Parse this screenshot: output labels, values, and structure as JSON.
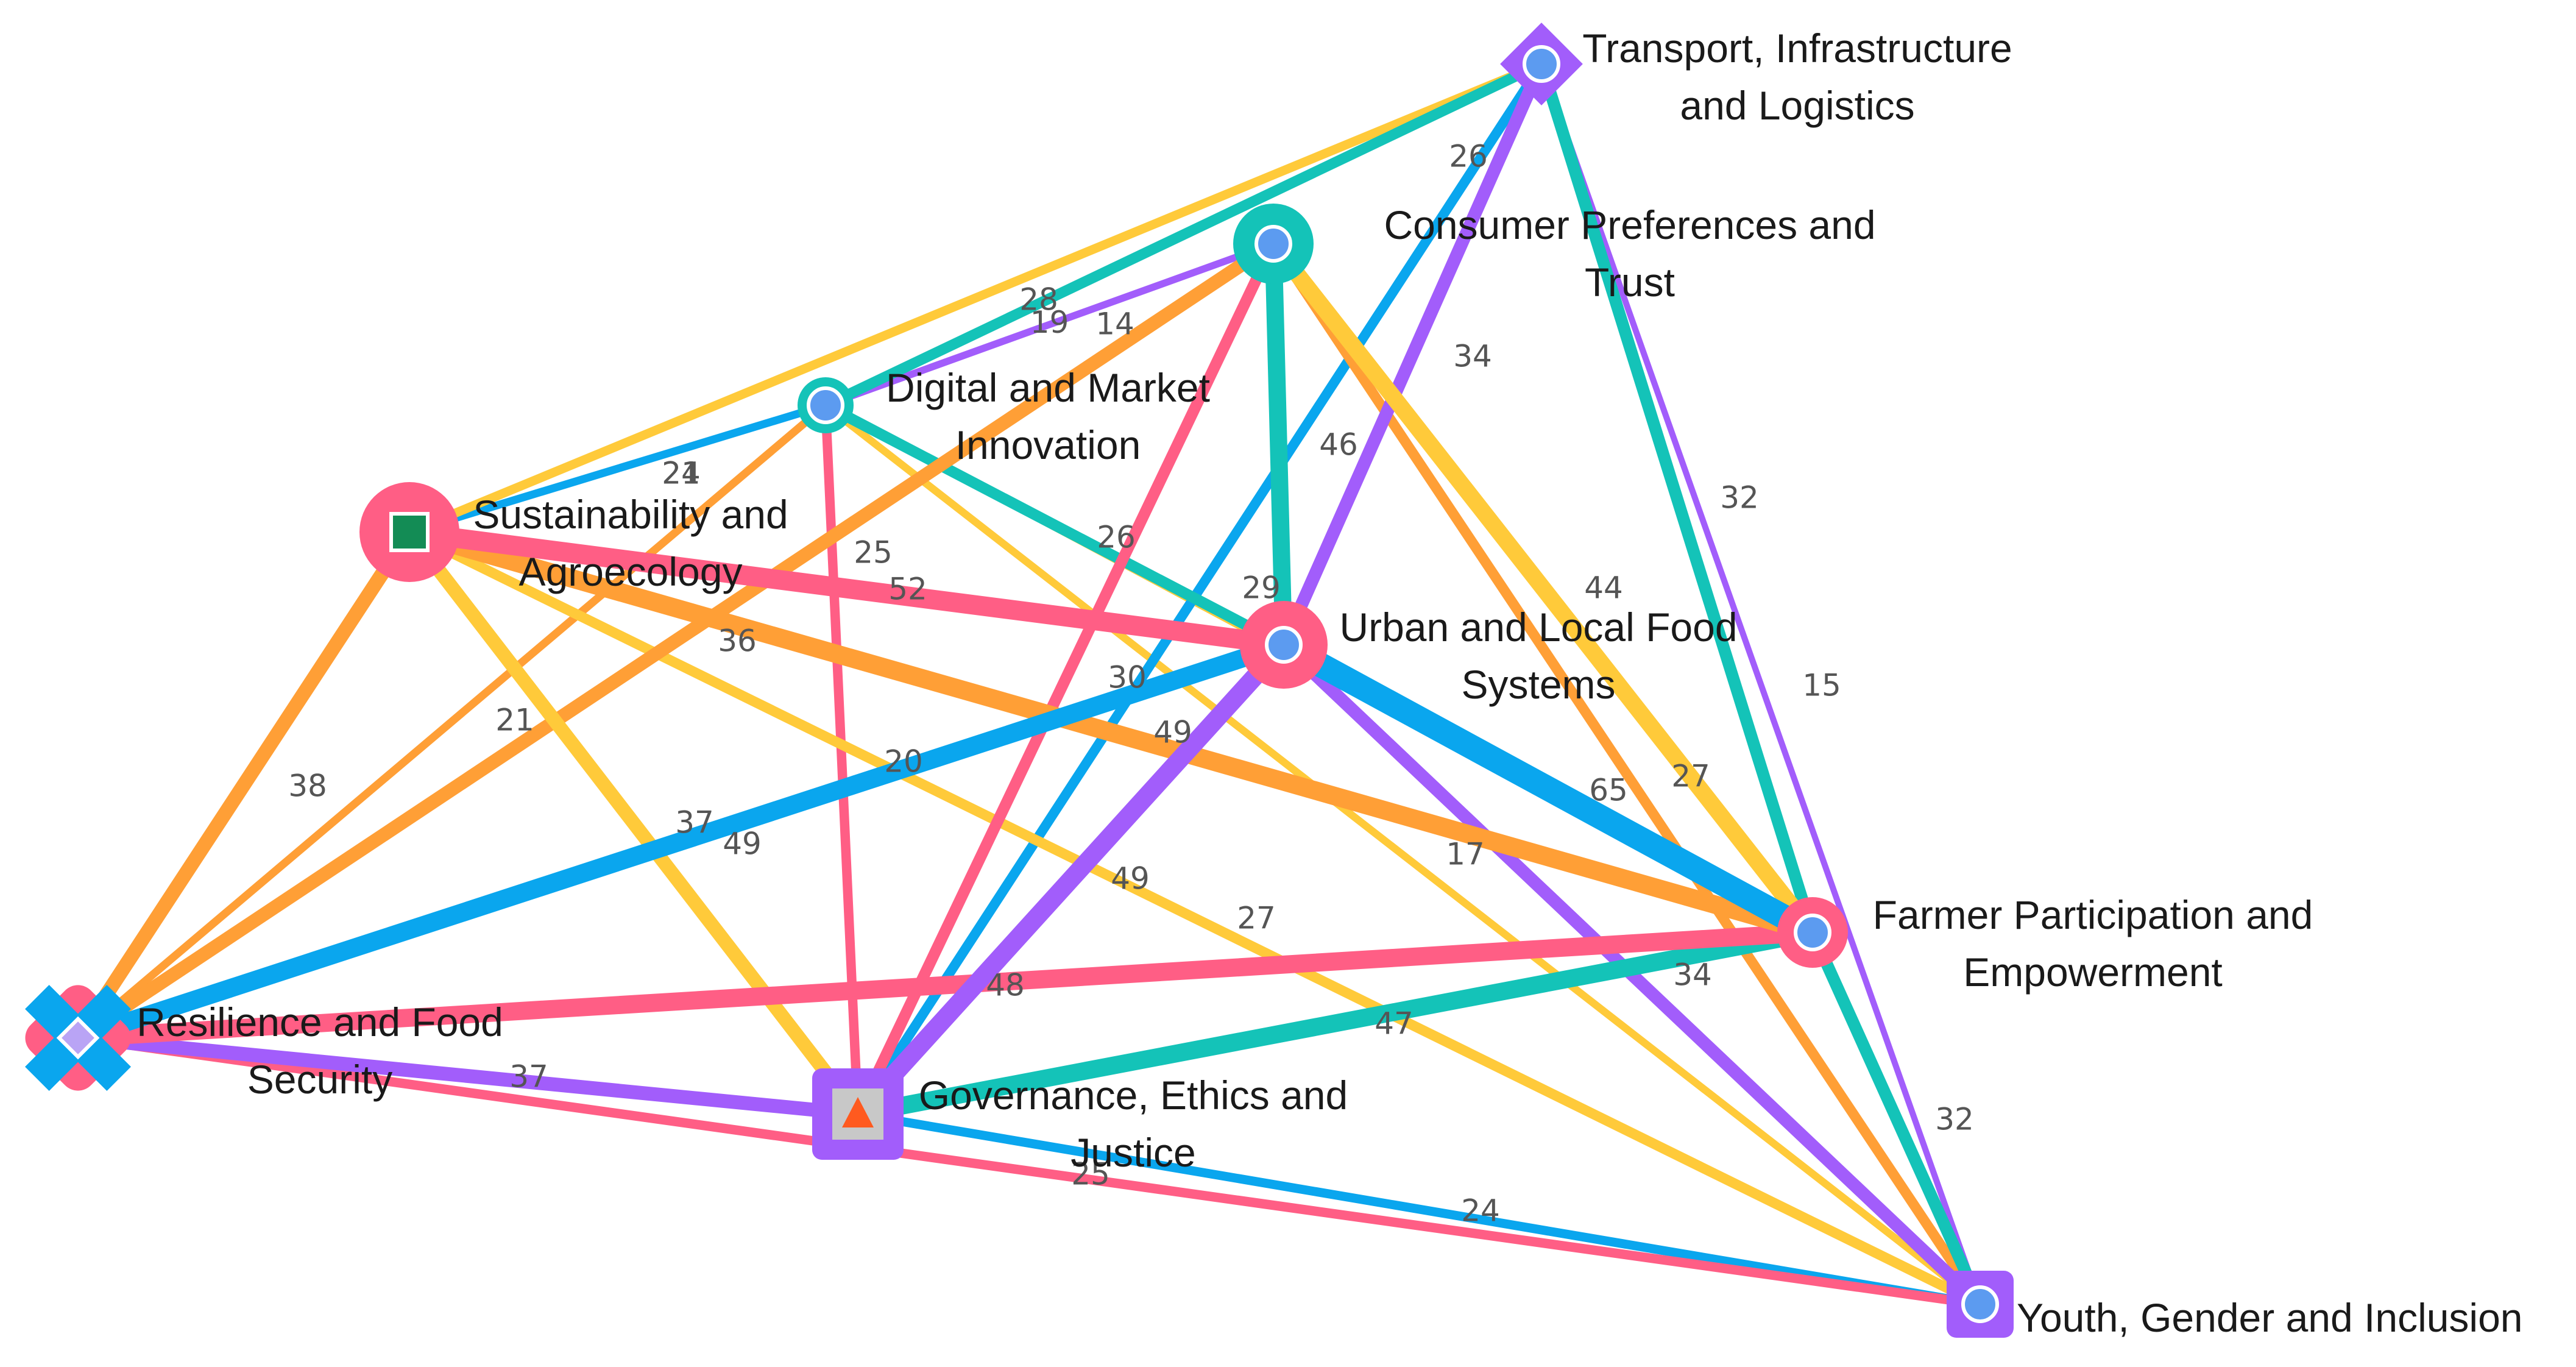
{
  "colors": {
    "pink": "#FF5E85",
    "orange": "#FF9F36",
    "yellow": "#FFCA3A",
    "teal": "#14C3B8",
    "blue": "#0AA6EE",
    "purple": "#A25DFB",
    "node_center": "#5C9BF0",
    "green_square": "#138C55",
    "triangle": "#FF5A1F"
  },
  "nodes": [
    {
      "id": "transport",
      "label_lines": [
        "Transport, Infrastructure",
        "and Logistics"
      ],
      "shape": "diamond",
      "color": "#A25DFB",
      "marker": "circle"
    },
    {
      "id": "consumer",
      "label_lines": [
        "Consumer Preferences and",
        "Trust"
      ],
      "shape": "circle",
      "color": "#14C3B8",
      "marker": "circle"
    },
    {
      "id": "digital",
      "label_lines": [
        "Digital and Market",
        "Innovation"
      ],
      "shape": "circle",
      "color": "#14C3B8",
      "marker": "circle"
    },
    {
      "id": "sustainability",
      "label_lines": [
        "Sustainability and",
        "Agroecology"
      ],
      "shape": "circle",
      "color": "#FF5E85",
      "marker": "green-square"
    },
    {
      "id": "urban",
      "label_lines": [
        "Urban and Local Food",
        "Systems"
      ],
      "shape": "circle",
      "color": "#FF5E85",
      "marker": "circle"
    },
    {
      "id": "farmer",
      "label_lines": [
        "Farmer Participation and",
        "Empowerment"
      ],
      "shape": "circle",
      "color": "#FF5E85",
      "marker": "circle"
    },
    {
      "id": "resilience",
      "label_lines": [
        "Resilience and Food",
        "Security"
      ],
      "shape": "cross",
      "color": "#0AA6EE",
      "marker": "diamond"
    },
    {
      "id": "governance",
      "label_lines": [
        "Governance, Ethics and",
        "Justice"
      ],
      "shape": "square",
      "color": "#A25DFB",
      "marker": "triangle"
    },
    {
      "id": "youth",
      "label_lines": [
        "Youth, Gender and Inclusion"
      ],
      "shape": "square",
      "color": "#A25DFB",
      "marker": "circle"
    }
  ],
  "edges": [
    {
      "from": "farmer",
      "to": "urban",
      "weight": 65,
      "color": "#0AA6EE",
      "label": "65"
    },
    {
      "from": "sustainability",
      "to": "urban",
      "weight": 52,
      "color": "#FF5E85",
      "label": "52"
    },
    {
      "from": "sustainability",
      "to": "farmer",
      "weight": 49,
      "color": "#FF9F36",
      "label": "49"
    },
    {
      "from": "resilience",
      "to": "urban",
      "weight": 49,
      "color": "#0AA6EE",
      "label": "49"
    },
    {
      "from": "governance",
      "to": "urban",
      "weight": 49,
      "color": "#A25DFB",
      "label": "49"
    },
    {
      "from": "resilience",
      "to": "farmer",
      "weight": 48,
      "color": "#FF5E85",
      "label": "48"
    },
    {
      "from": "governance",
      "to": "farmer",
      "weight": 47,
      "color": "#14C3B8",
      "label": "47"
    },
    {
      "from": "consumer",
      "to": "urban",
      "weight": 46,
      "color": "#14C3B8",
      "label": "46"
    },
    {
      "from": "consumer",
      "to": "farmer",
      "weight": 44,
      "color": "#FFCA3A",
      "label": "44"
    },
    {
      "from": "sustainability",
      "to": "governance",
      "weight": 37,
      "color": "#FFCA3A",
      "label": "37"
    },
    {
      "from": "resilience",
      "to": "governance",
      "weight": 37,
      "color": "#A25DFB",
      "label": "37"
    },
    {
      "from": "sustainability",
      "to": "resilience",
      "weight": 38,
      "color": "#FF9F36",
      "label": "38"
    },
    {
      "from": "resilience",
      "to": "consumer",
      "weight": 36,
      "color": "#FF9F36",
      "label": "36"
    },
    {
      "from": "transport",
      "to": "urban",
      "weight": 34,
      "color": "#A25DFB",
      "label": "34"
    },
    {
      "from": "urban",
      "to": "youth",
      "weight": 34,
      "color": "#A25DFB",
      "label": "34"
    },
    {
      "from": "transport",
      "to": "farmer",
      "weight": 32,
      "color": "#14C3B8",
      "label": "32"
    },
    {
      "from": "farmer",
      "to": "youth",
      "weight": 32,
      "color": "#14C3B8",
      "label": "32"
    },
    {
      "from": "governance",
      "to": "consumer",
      "weight": 30,
      "color": "#FF5E85",
      "label": "30"
    },
    {
      "from": "digital",
      "to": "urban",
      "weight": 29,
      "color": "#14C3B8",
      "label": "29"
    },
    {
      "from": "digital",
      "to": "transport",
      "weight": 28,
      "color": "#14C3B8",
      "label": "28"
    },
    {
      "from": "consumer",
      "to": "youth",
      "weight": 27,
      "color": "#FF9F36",
      "label": "27"
    },
    {
      "from": "sustainability",
      "to": "youth",
      "weight": 27,
      "color": "#FFCA3A",
      "label": "27"
    },
    {
      "from": "governance",
      "to": "transport",
      "weight": 26,
      "color": "#0AA6EE",
      "label": "26"
    },
    {
      "from": "urban",
      "to": "transport",
      "weight": 26,
      "color": "#FF5E85",
      "label": "26"
    },
    {
      "from": "digital",
      "to": "governance",
      "weight": 25,
      "color": "#FF5E85",
      "label": "25"
    },
    {
      "from": "resilience",
      "to": "youth",
      "weight": 25,
      "color": "#FF5E85",
      "label": "25"
    },
    {
      "from": "sustainability",
      "to": "transport",
      "weight": 24,
      "color": "#FFCA3A",
      "label": "24"
    },
    {
      "from": "governance",
      "to": "youth",
      "weight": 24,
      "color": "#0AA6EE",
      "label": "24"
    },
    {
      "from": "sustainability",
      "to": "digital",
      "weight": 21,
      "color": "#0AA6EE",
      "label": "21"
    },
    {
      "from": "resilience",
      "to": "digital",
      "weight": 21,
      "color": "#FF9F36",
      "label": "21"
    },
    {
      "from": "digital",
      "to": "youth",
      "weight": 20,
      "color": "#FFCA3A",
      "label": "20"
    },
    {
      "from": "digital",
      "to": "consumer",
      "weight": 19,
      "color": "#A25DFB",
      "label": "19"
    },
    {
      "from": "digital",
      "to": "farmer",
      "weight": 17,
      "color": "#FFCA3A",
      "label": "17"
    },
    {
      "from": "transport",
      "to": "youth",
      "weight": 15,
      "color": "#A25DFB",
      "label": "15"
    },
    {
      "from": "digital",
      "to": "consumer",
      "weight": 14,
      "color": "#0AA6EE",
      "label": "14"
    }
  ]
}
